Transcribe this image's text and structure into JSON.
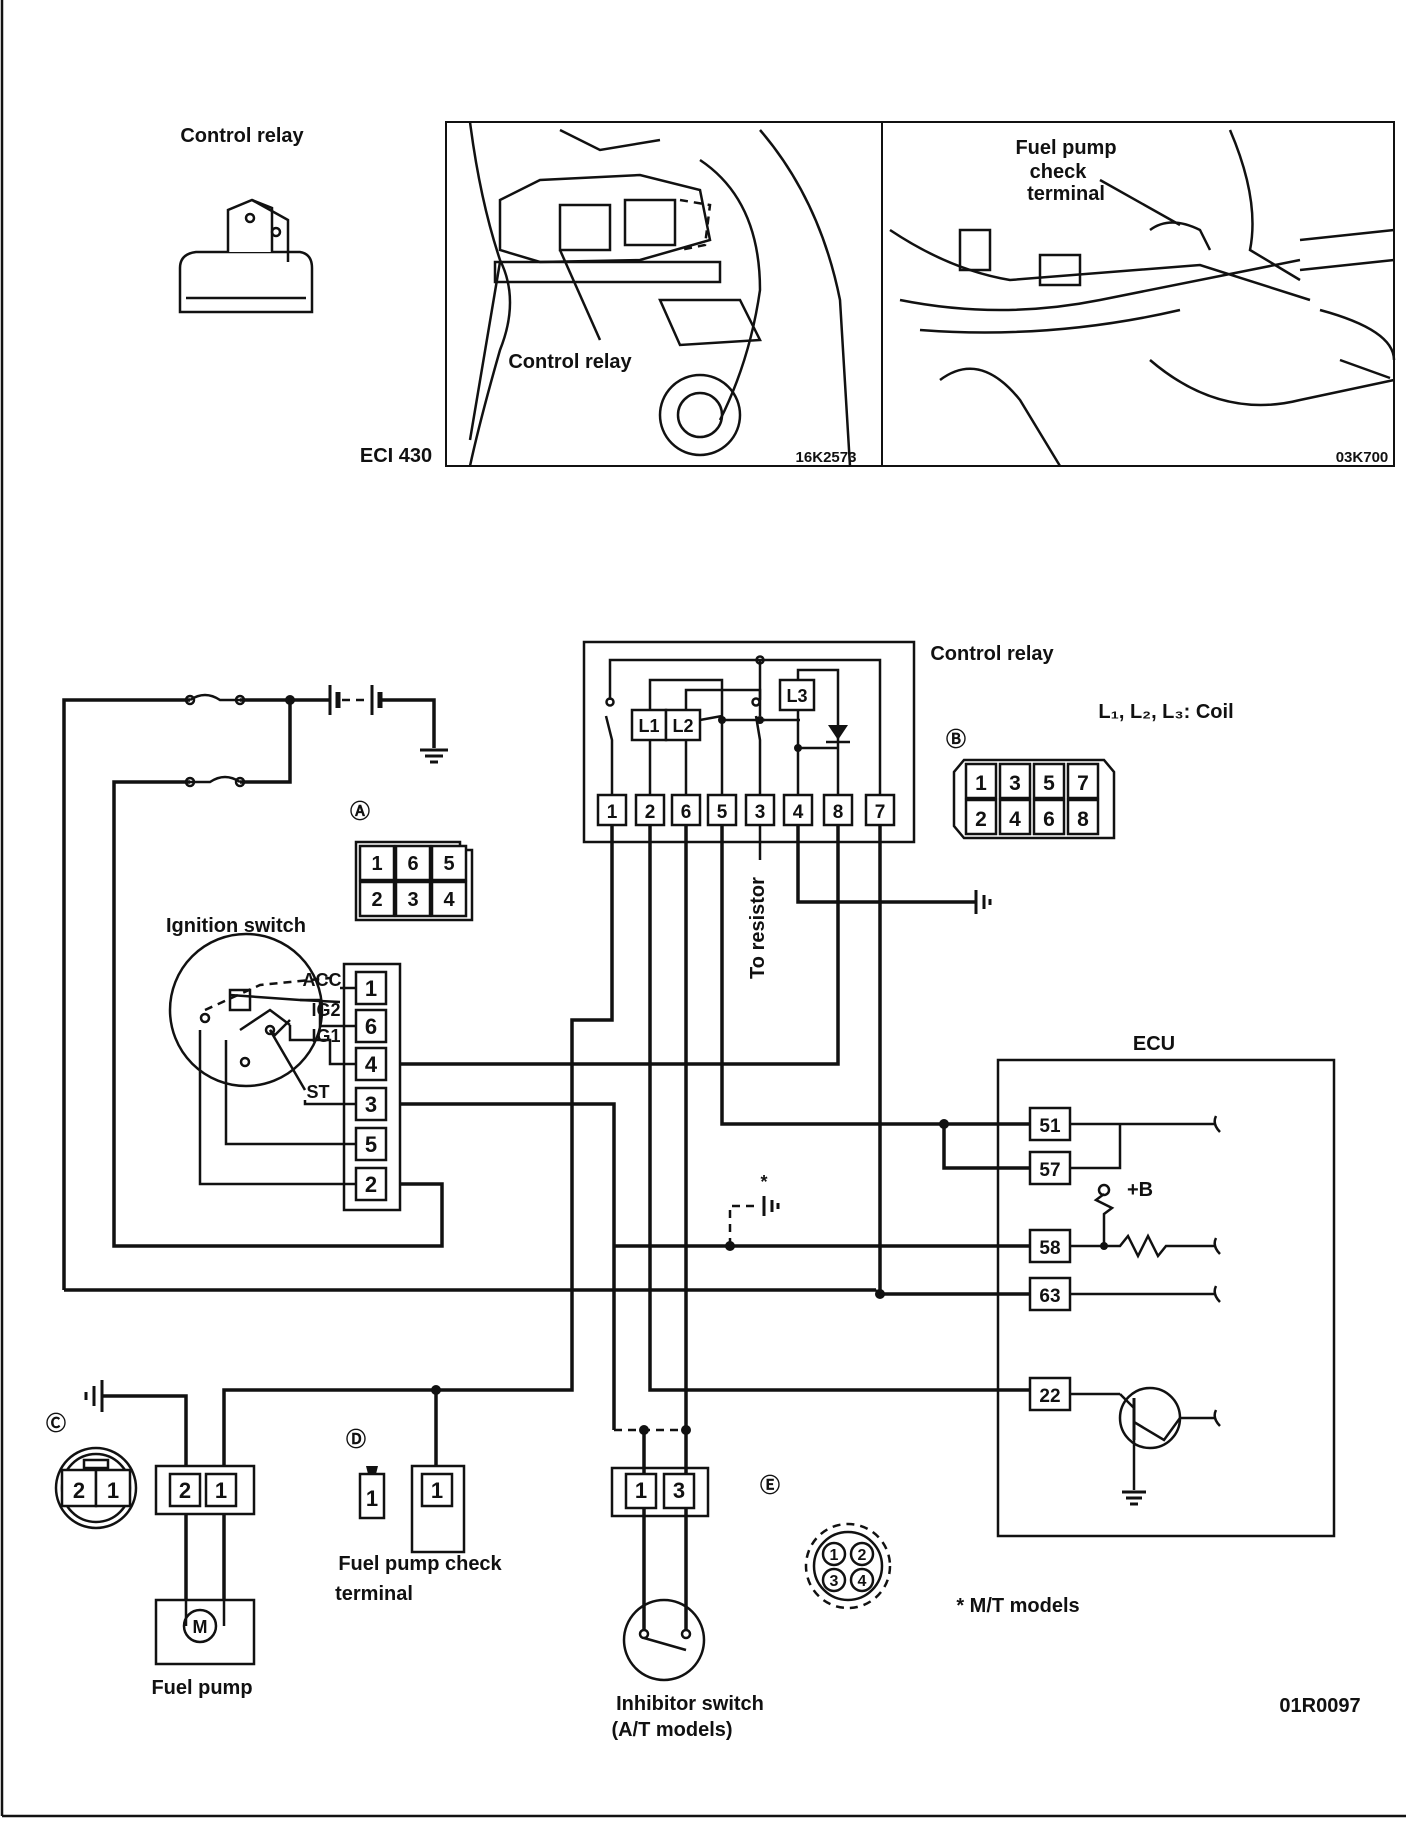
{
  "top": {
    "relay_title": "Control relay",
    "photo1_label": "Control relay",
    "photo1_ref_left": "ECI 430",
    "photo1_ref_right": "16K2573",
    "photo2_label_l1": "Fuel pump",
    "photo2_label_l2": "check",
    "photo2_label_l3": "terminal",
    "photo2_ref": "03K700"
  },
  "relay": {
    "title": "Control relay",
    "coils": [
      "L1",
      "L2",
      "L3"
    ],
    "pins": [
      "1",
      "2",
      "6",
      "5",
      "3",
      "4",
      "8",
      "7"
    ],
    "coil_note": "L₁, L₂, L₃: Coil",
    "to_resistor": "To resistor"
  },
  "connectors": {
    "A": {
      "letter": "Ⓐ",
      "row1": [
        "1",
        "6",
        "5"
      ],
      "row2": [
        "2",
        "3",
        "4"
      ]
    },
    "B": {
      "letter": "Ⓑ",
      "row1": [
        "1",
        "3",
        "5",
        "7"
      ],
      "row2": [
        "2",
        "4",
        "6",
        "8"
      ]
    },
    "C": {
      "letter": "Ⓒ",
      "pins": [
        "2",
        "1"
      ]
    },
    "D": {
      "letter": "Ⓓ",
      "pins": [
        "1"
      ]
    },
    "E": {
      "letter": "Ⓔ",
      "pins": [
        "1",
        "2",
        "3",
        "4"
      ]
    }
  },
  "ignition": {
    "title": "Ignition  switch",
    "positions": [
      "ACC",
      "IG2",
      "IG1",
      "ST"
    ],
    "pins": [
      "1",
      "6",
      "4",
      "3",
      "5",
      "2"
    ]
  },
  "ecu": {
    "title": "ECU",
    "pins": [
      "51",
      "57",
      "58",
      "63",
      "22"
    ],
    "plus_b": "+B"
  },
  "bottom": {
    "fuel_pump": "Fuel pump",
    "fuel_pump_pins": [
      "2",
      "1"
    ],
    "motor": "M",
    "check_terminal_l1": "Fuel pump check",
    "check_terminal_l2": "terminal",
    "check_terminal_pin": "1",
    "inhibitor_l1": "Inhibitor switch",
    "inhibitor_l2": "(A/T models)",
    "inhibitor_pins": [
      "1",
      "3"
    ],
    "mt_star": "*",
    "mt_note": "* M/T models",
    "ref_code": "01R0097"
  }
}
